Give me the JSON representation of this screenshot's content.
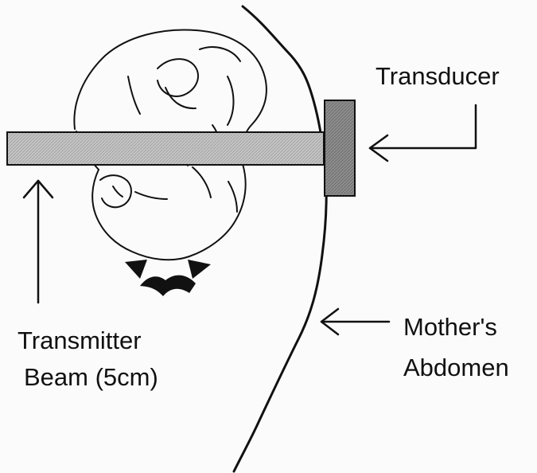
{
  "labels": {
    "transducer": "Transducer",
    "transmitter_line1": "Transmitter",
    "transmitter_line2": "Beam (5cm)",
    "mother_line1": "Mother's",
    "mother_line2": "Abdomen"
  },
  "colors": {
    "background": "#fbfbfb",
    "beam_fill": "#b8b8b8",
    "transducer_fill": "#8a8a8a",
    "ink": "#111111"
  }
}
